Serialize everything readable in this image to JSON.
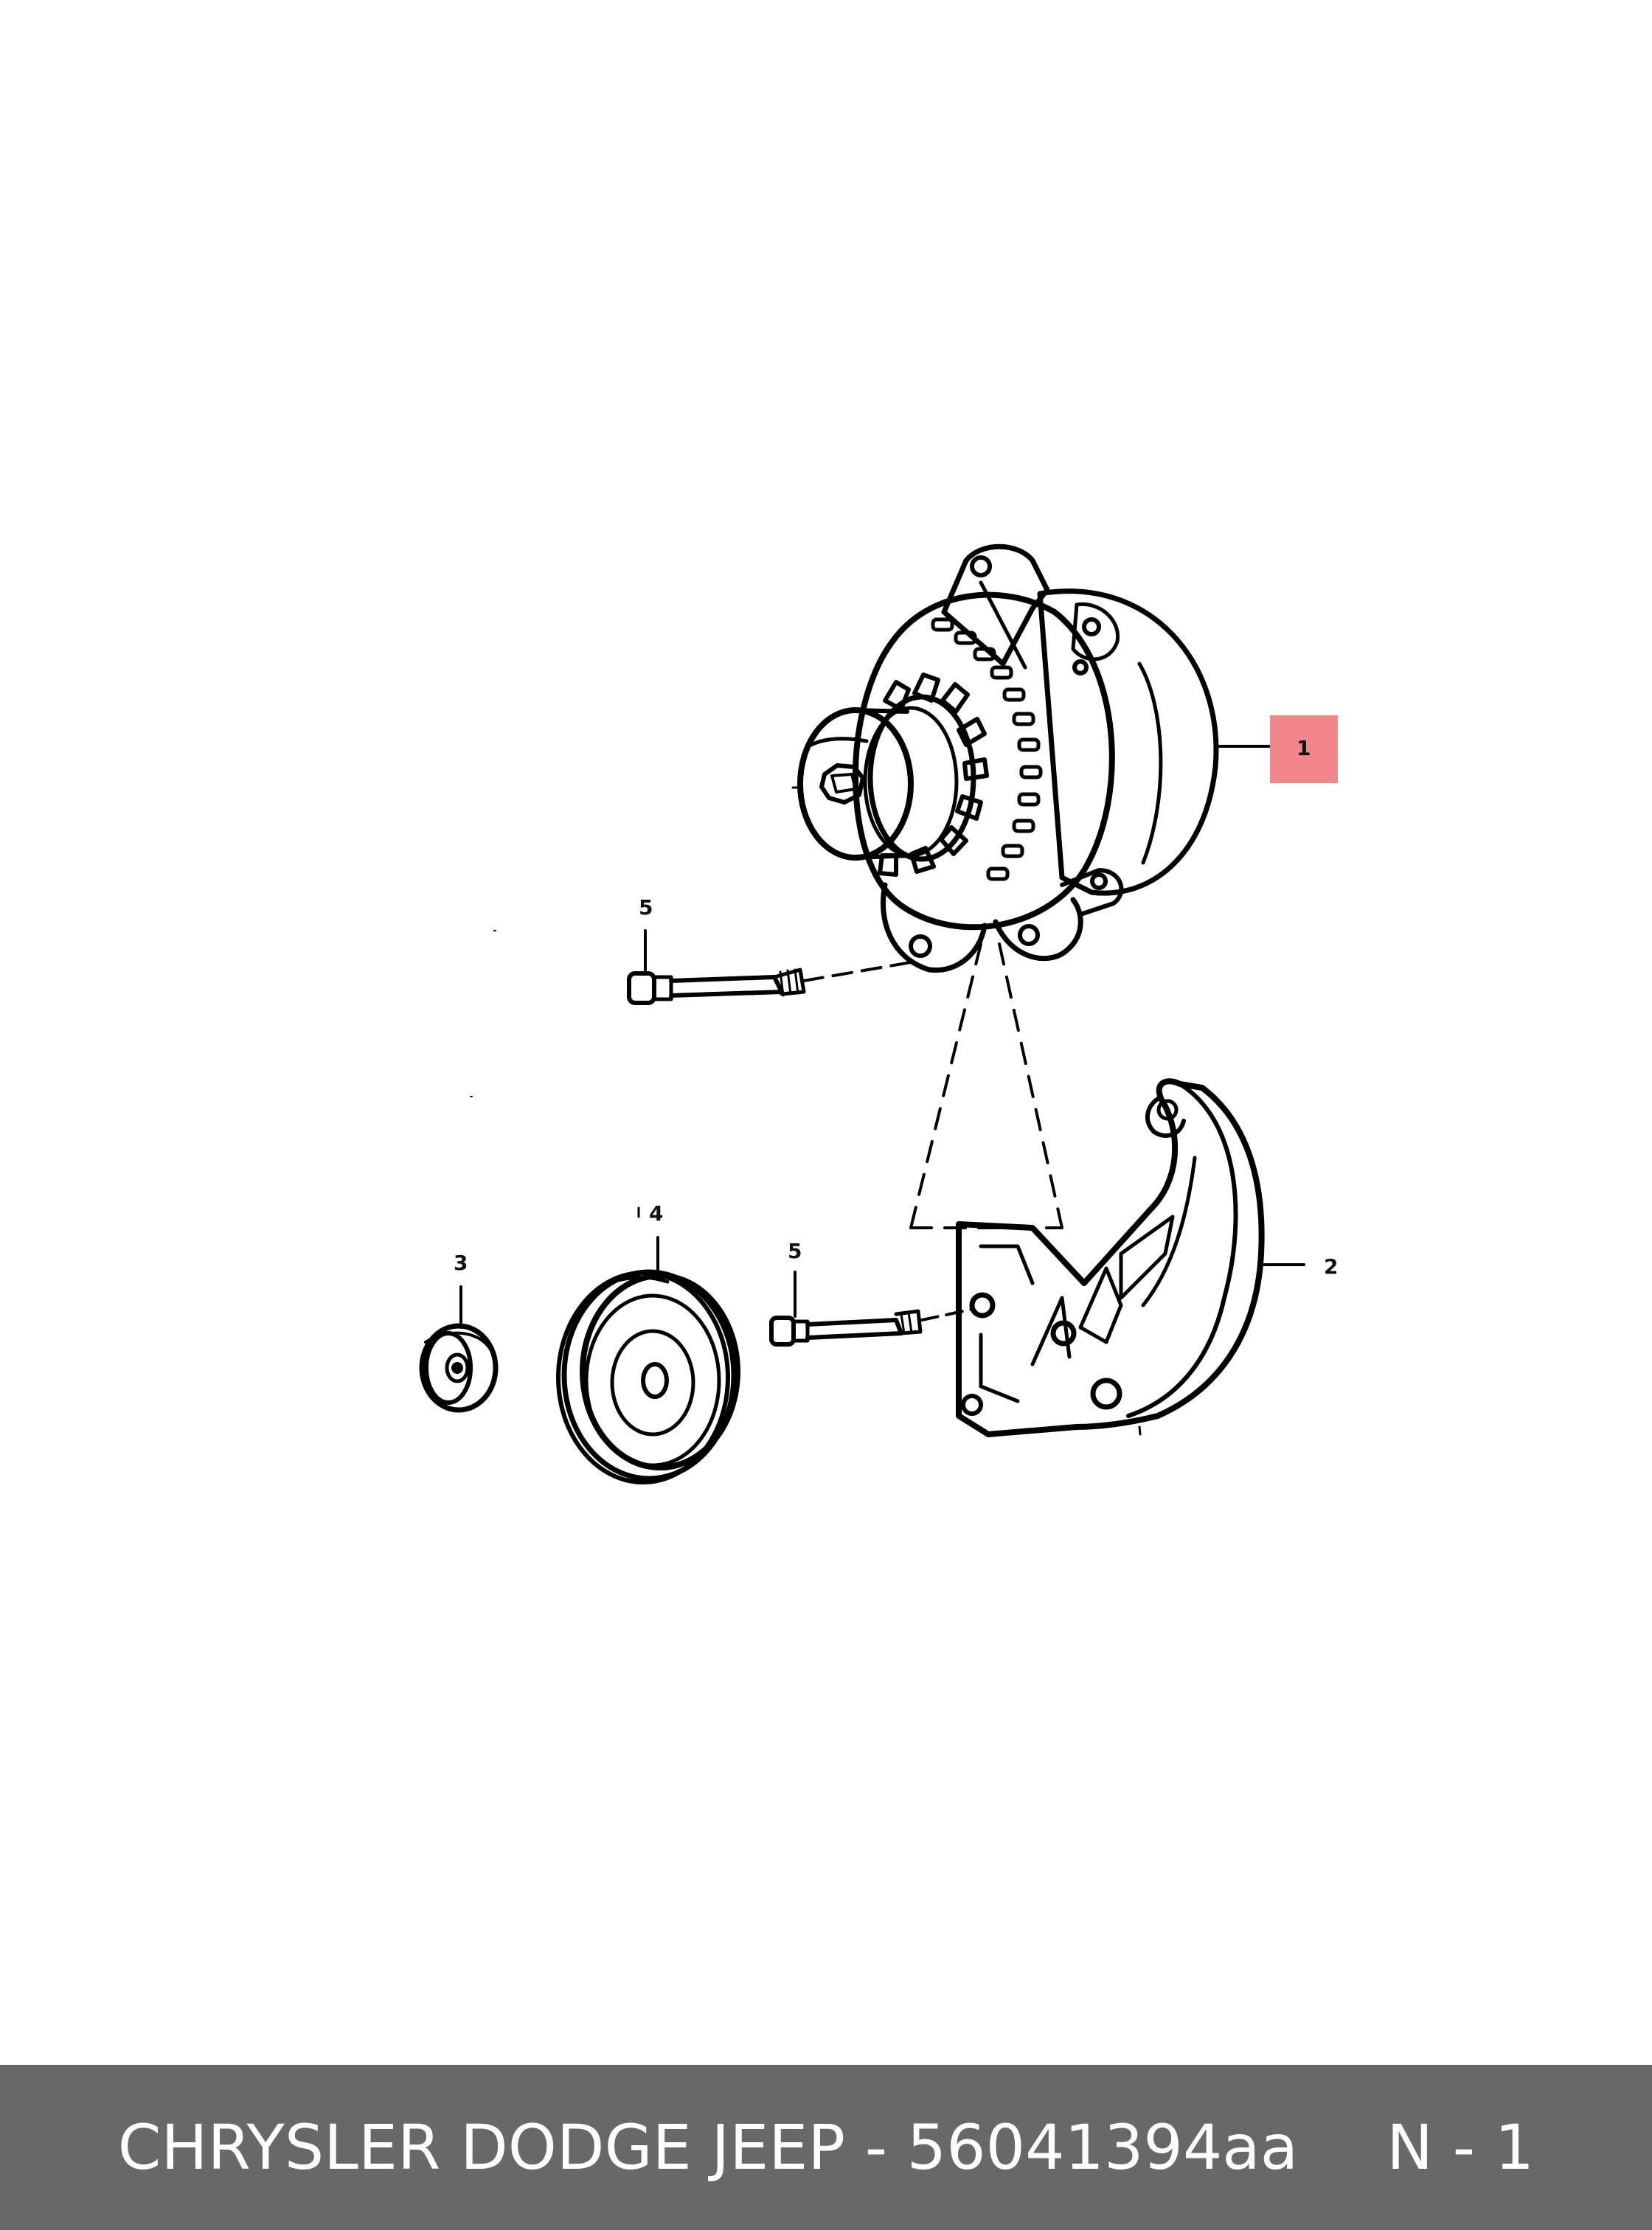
{
  "callouts": {
    "c1": "1",
    "c2": "2",
    "c3": "3",
    "c4": "4",
    "c5a": "5",
    "c5b": "5"
  },
  "highlight_color": "#f2878b",
  "footer": {
    "part_label": "CHRYSLER DODGE JEEP - 56041394aa",
    "qty_label": "N - 1",
    "background": "#686868"
  }
}
